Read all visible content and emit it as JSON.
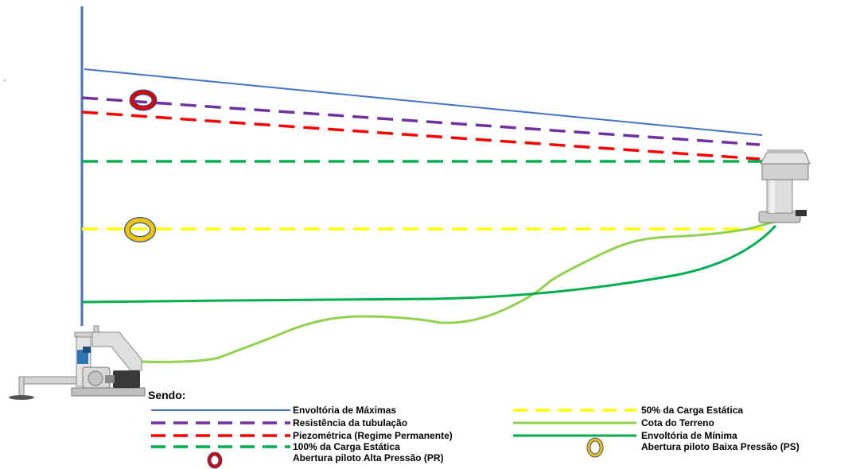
{
  "colors": {
    "max_envelope": "#4472c4",
    "pipe_resistance": "#7030a0",
    "piezometric": "#ff0000",
    "static_100": "#00b050",
    "static_50": "#ffff00",
    "terrain": "#92d050",
    "min_envelope": "#00b050",
    "pilot_high": "#e00000",
    "pilot_high_edge": "#2f5597",
    "pilot_low": "#f5c200",
    "pilot_low_edge": "#2f5597"
  },
  "icons": {
    "pump": "pump-station-icon",
    "reservoir": "reservoir-icon",
    "pilot_high": "pilot-valve-high-icon",
    "pilot_low": "pilot-valve-low-icon"
  },
  "legend": {
    "title": "Sendo:",
    "items": [
      {
        "key": "max_envelope",
        "label": "Envoltória de Máximas"
      },
      {
        "key": "pipe_resistance",
        "label": "Resistência da tubulação"
      },
      {
        "key": "piezometric",
        "label": "Piezométrica (Regime Permanente)"
      },
      {
        "key": "static_100",
        "label": "100% da Carga Estática"
      },
      {
        "key": "pilot_high",
        "label": "Abertura piloto Alta Pressão (PR)"
      },
      {
        "key": "static_50",
        "label": "50% da Carga Estática"
      },
      {
        "key": "terrain",
        "label": "Cota do Terreno"
      },
      {
        "key": "min_envelope",
        "label": "Envoltória de Mínima"
      },
      {
        "key": "pilot_low",
        "label": "Abertura piloto Baixa Pressão (PS)"
      }
    ]
  }
}
